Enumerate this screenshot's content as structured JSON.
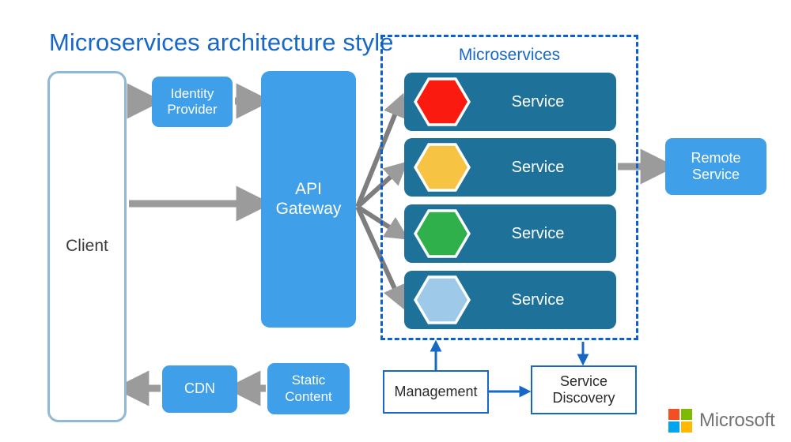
{
  "title": "Microservices architecture style",
  "colors": {
    "title_blue": "#1868C6",
    "azure_blue": "#3FA0E9",
    "service_teal": "#1E7299",
    "dashed_blue": "#0B5FD1",
    "client_border": "#8FB9D6",
    "arrow_gray": "#9B9B9B",
    "arrow_blue": "#1668C4",
    "hex_red": "#FA1A10",
    "hex_yellow": "#F7C342",
    "hex_green": "#30B04B",
    "hex_lightblue": "#9FC9E8"
  },
  "nodes": {
    "client": {
      "label": "Client"
    },
    "identity_provider": {
      "label": "Identity\nProvider",
      "line1": "Identity",
      "line2": "Provider"
    },
    "api_gateway": {
      "label": "API Gateway",
      "line1": "API",
      "line2": "Gateway"
    },
    "remote_service": {
      "label": "Remote Service",
      "line1": "Remote",
      "line2": "Service"
    },
    "cdn": {
      "label": "CDN"
    },
    "static_content": {
      "label": "Static Content",
      "line1": "Static",
      "line2": "Content"
    },
    "management": {
      "label": "Management"
    },
    "service_discovery": {
      "label": "Service Discovery",
      "line1": "Service",
      "line2": "Discovery"
    }
  },
  "microservices": {
    "group_label": "Microservices",
    "services": [
      {
        "label": "Service",
        "hex_color": "#FA1A10",
        "hex_name": "hexagon-red"
      },
      {
        "label": "Service",
        "hex_color": "#F7C342",
        "hex_name": "hexagon-yellow"
      },
      {
        "label": "Service",
        "hex_color": "#30B04B",
        "hex_name": "hexagon-green"
      },
      {
        "label": "Service",
        "hex_color": "#9FC9E8",
        "hex_name": "hexagon-lightblue"
      }
    ]
  },
  "branding": {
    "name": "Microsoft",
    "logo_squares": [
      {
        "name": "ms-square-red",
        "color": "#F25022"
      },
      {
        "name": "ms-square-green",
        "color": "#7FBA00"
      },
      {
        "name": "ms-square-blue",
        "color": "#00A4EF"
      },
      {
        "name": "ms-square-yellow",
        "color": "#FFB900"
      }
    ]
  }
}
